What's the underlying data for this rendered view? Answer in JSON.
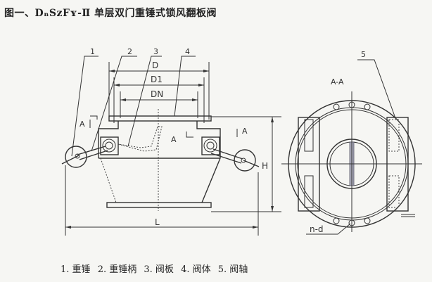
{
  "title": "图一、DₙSzFʏ-Ⅱ 单层双门重锤式锁风翻板阀",
  "parts": [
    {
      "number": "1",
      "label": "1. 重锤"
    },
    {
      "number": "2",
      "label": "2. 重锤柄"
    },
    {
      "number": "3",
      "label": "3. 阀板"
    },
    {
      "number": "4",
      "label": "4. 阀体"
    },
    {
      "number": "5",
      "label": "5. 阀轴"
    }
  ],
  "dimensions": {
    "D": "D",
    "D1": "D1",
    "DN": "DN",
    "L": "L",
    "H": "H",
    "nd": "n-d"
  },
  "section": {
    "mark": "A",
    "view_label": "A-A"
  }
}
